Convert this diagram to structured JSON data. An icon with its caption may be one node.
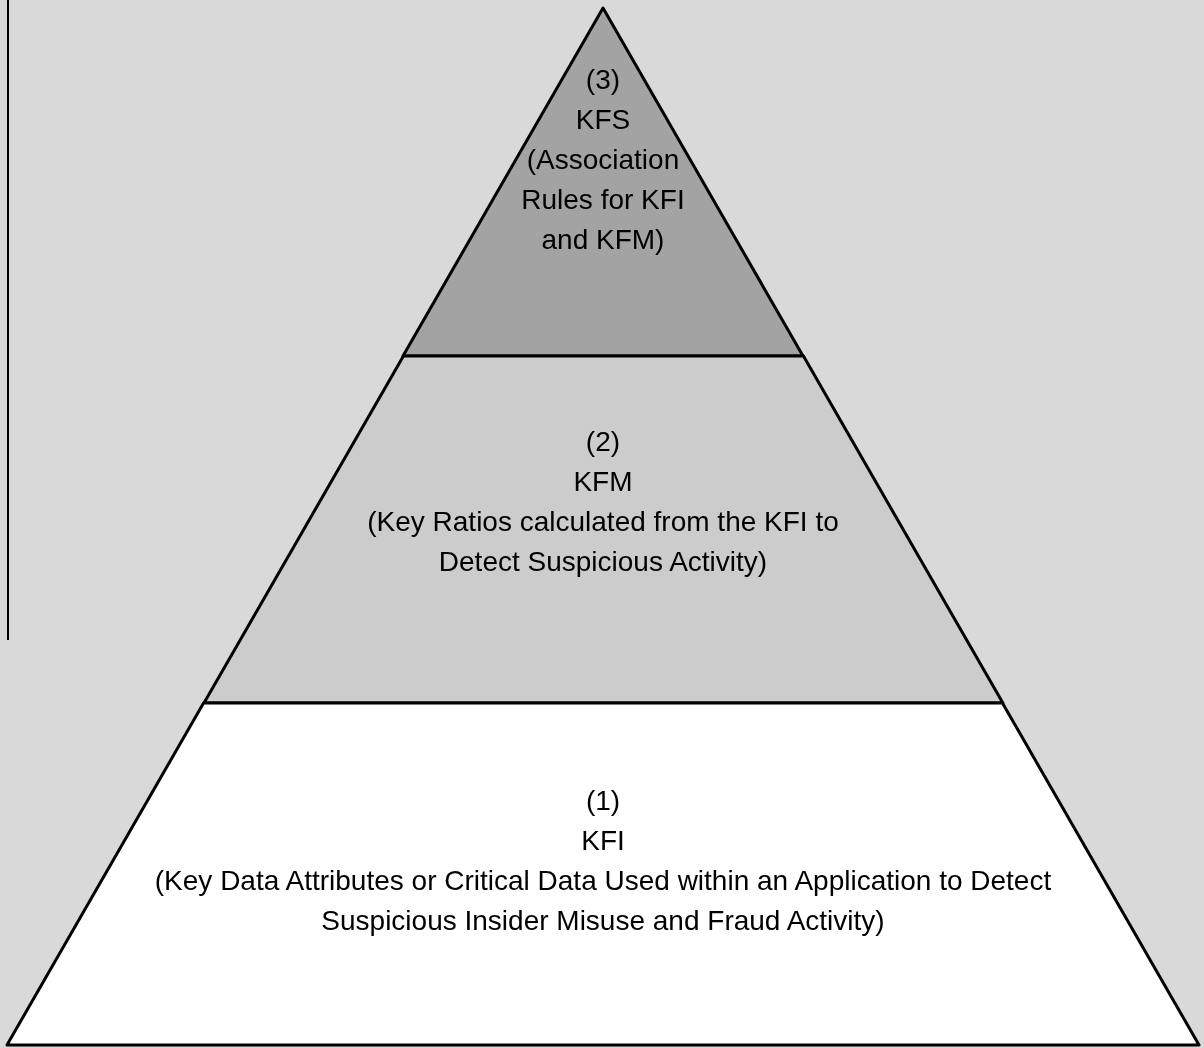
{
  "diagram": {
    "nodes": [
      {
        "text": [
          "(3)",
          "KFS",
          "(Association Rules for KFI and KFM)"
        ]
      },
      {
        "text": [
          "(2)",
          "KFM",
          "(Key Ratios calculated from the KFI to Detect Suspicious Activity)"
        ]
      },
      {
        "text": [
          "(1)",
          "KFI",
          "(Key Data Attributes or Critical Data Used within an Application to Detect Suspicious Insider Misuse and Fraud Activity)"
        ]
      }
    ]
  }
}
